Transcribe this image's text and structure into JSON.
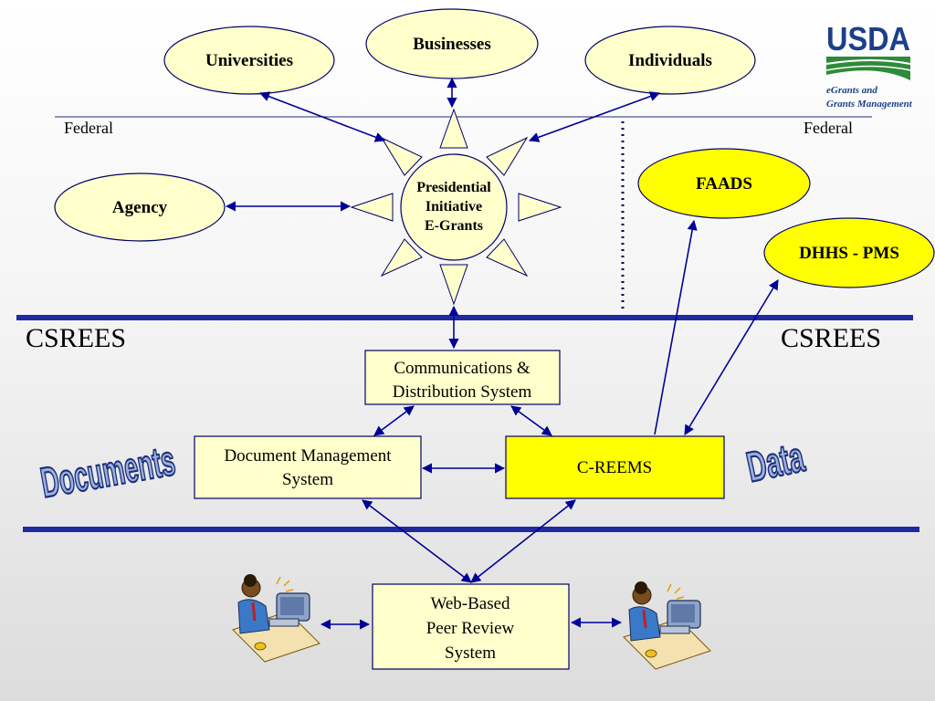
{
  "nodes": {
    "universities": "Universities",
    "businesses": "Businesses",
    "individuals": "Individuals",
    "agency": "Agency",
    "faads": "FAADS",
    "dhhs": "DHHS - PMS",
    "presidential": [
      "Presidential",
      "Initiative",
      "E-Grants"
    ],
    "comms": [
      "Communications &",
      "Distribution System"
    ],
    "dms": [
      "Document Management",
      "System"
    ],
    "creems": "C-REEMS",
    "peer": [
      "Web-Based",
      "Peer Review",
      "System"
    ]
  },
  "labels": {
    "federal_left": "Federal",
    "federal_right": "Federal",
    "csrees_left": "CSREES",
    "csrees_right": "CSREES",
    "documents": "Documents",
    "data": "Data"
  },
  "logo": {
    "text": "USDA",
    "subtitle": [
      "eGrants and",
      "Grants Management"
    ]
  },
  "colors": {
    "ellipse_fill": "#ffffcc",
    "highlight_fill": "#ffff00",
    "line_blue": "#000099",
    "rule_blue": "#1c2f7a",
    "usda_blue": "#1c3f8a",
    "usda_green": "#2f8a3a"
  }
}
